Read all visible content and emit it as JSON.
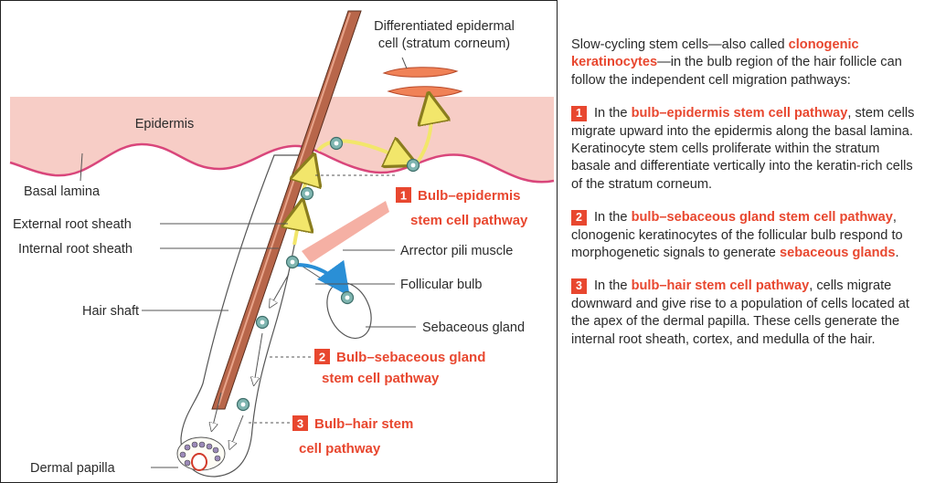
{
  "diagram": {
    "labels": {
      "epidermis": "Epidermis",
      "differentiated_line1": "Differentiated epidermal",
      "differentiated_line2": "cell (stratum corneum)",
      "basal_lamina": "Basal lamina",
      "external_root_sheath": "External root sheath",
      "internal_root_sheath": "Internal root sheath",
      "hair_shaft": "Hair shaft",
      "dermal_papilla": "Dermal papilla",
      "arrector_pili_muscle": "Arrector pili muscle",
      "follicular_bulb": "Follicular bulb",
      "sebaceous_gland": "Sebaceous gland"
    },
    "pathways": [
      {
        "number": "1",
        "line1": "Bulb–epidermis",
        "line2": "stem cell pathway"
      },
      {
        "number": "2",
        "line1": "Bulb–sebaceous gland",
        "line2": "stem cell pathway"
      },
      {
        "number": "3",
        "line1": "Bulb–hair stem",
        "line2": "cell pathway"
      }
    ],
    "colors": {
      "epidermis": "#f7cdc6",
      "basal_lamina": "#d9467b",
      "hair_shaft": "#b8664a",
      "accent": "#e8472f",
      "stem_cell": "#7fb5b0",
      "arrow_yellow": "#f2e66b",
      "arrow_blue": "#2a8fd6"
    }
  },
  "text_panel": {
    "intro": {
      "before": "Slow-cycling stem cells—also called ",
      "highlight": "clonogenic keratinocytes",
      "after": "—in the bulb region of the hair follicle can follow the independent cell migration pathways:"
    },
    "items": [
      {
        "number": "1",
        "before": "In the ",
        "highlight": "bulb–epidermis stem cell pathway",
        "after": ", stem cells migrate upward into the epidermis along the basal lamina. Keratinocyte stem cells proliferate within the stratum basale and differentiate vertically into the keratin-rich cells of the stratum corneum."
      },
      {
        "number": "2",
        "before": "In the ",
        "highlight": "bulb–sebaceous gland stem cell pathway",
        "after": ", clonogenic keratinocytes of the follicular bulb respond to morphogenetic signals to generate ",
        "highlight2": "sebaceous glands",
        "after2": "."
      },
      {
        "number": "3",
        "before": "In the ",
        "highlight": "bulb–hair stem cell pathway",
        "after": ", cells migrate downward and give rise to a population of cells located at the apex of the dermal papilla. These cells generate the internal root sheath, cortex, and medulla of the hair."
      }
    ]
  }
}
